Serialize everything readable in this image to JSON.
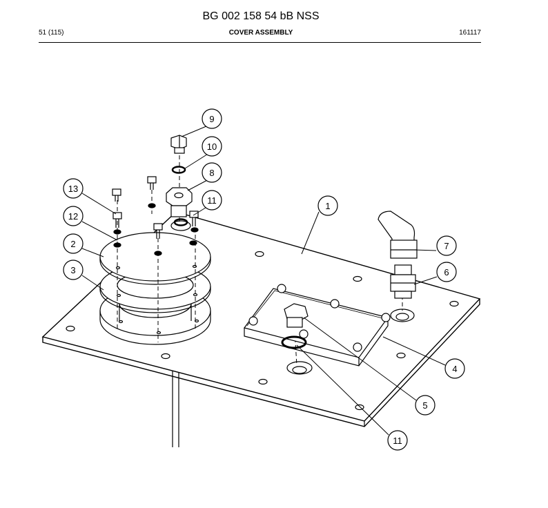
{
  "document": {
    "title": "BG 002 158 54 bB NSS",
    "page": "51 (115)",
    "section": "COVER ASSEMBLY",
    "code": "161117"
  },
  "callouts": [
    {
      "id": "c1",
      "label": "1"
    },
    {
      "id": "c2",
      "label": "2"
    },
    {
      "id": "c3",
      "label": "3"
    },
    {
      "id": "c4",
      "label": "4"
    },
    {
      "id": "c5",
      "label": "5"
    },
    {
      "id": "c6",
      "label": "6"
    },
    {
      "id": "c7",
      "label": "7"
    },
    {
      "id": "c8",
      "label": "8"
    },
    {
      "id": "c9",
      "label": "9"
    },
    {
      "id": "c10",
      "label": "10"
    },
    {
      "id": "c11a",
      "label": "11"
    },
    {
      "id": "c11b",
      "label": "11"
    },
    {
      "id": "c12",
      "label": "12"
    },
    {
      "id": "c13",
      "label": "13"
    }
  ]
}
